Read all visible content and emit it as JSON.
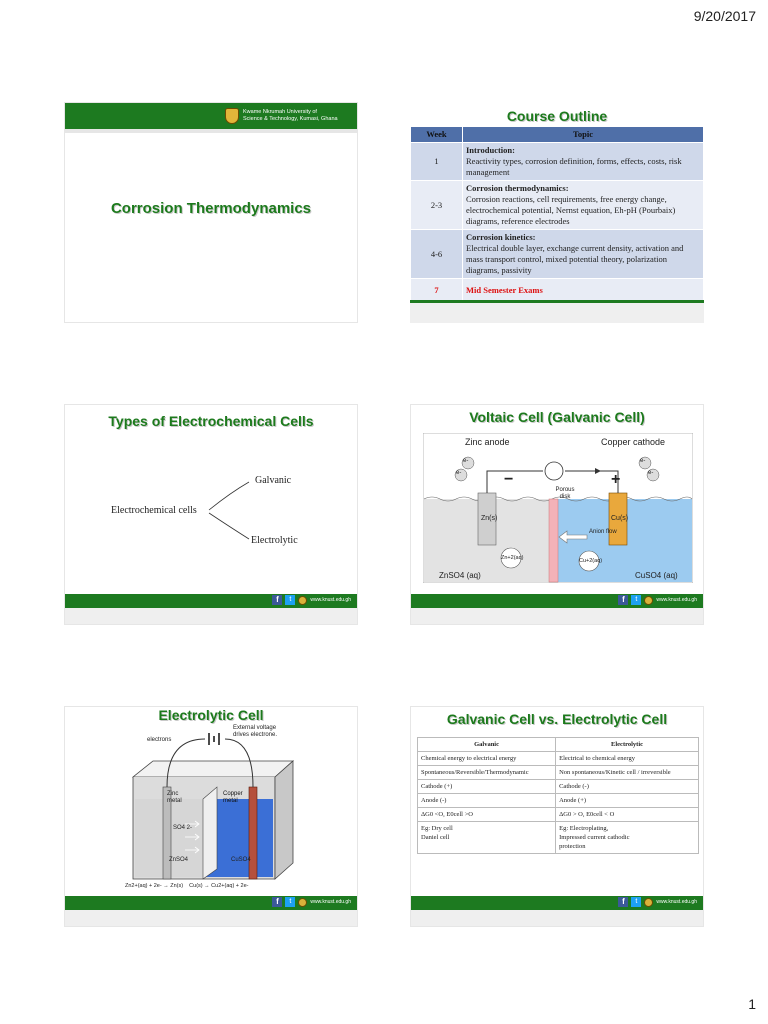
{
  "header": {
    "date": "9/20/2017"
  },
  "page_number": "1",
  "footer": {
    "fb": "f",
    "tw": "t",
    "url": "www.knust.edu.gh"
  },
  "slide1": {
    "university_line1": "Kwame Nkrumah University of",
    "university_line2": "Science & Technology, Kumasi, Ghana",
    "title": "Corrosion Thermodynamics"
  },
  "slide2": {
    "title": "Course Outline",
    "headers": [
      "Week",
      "Topic"
    ],
    "rows": [
      {
        "week": "1",
        "topic_title": "Introduction:",
        "topic_body": "Reactivity types, corrosion definition, forms, effects, costs, risk management"
      },
      {
        "week": "2-3",
        "topic_title": "Corrosion thermodynamics:",
        "topic_body": "Corrosion reactions, cell requirements, free energy change, electrochemical potential, Nernst equation, Eh-pH (Pourbaix) diagrams, reference electrodes"
      },
      {
        "week": "4-6",
        "topic_title": "Corrosion kinetics:",
        "topic_body": "Electrical double layer, exchange current density, activation and mass transport control, mixed potential theory, polarization diagrams, passivity"
      },
      {
        "week": "7",
        "topic_title": "Mid Semester Exams",
        "topic_body": ""
      }
    ]
  },
  "slide3": {
    "title": "Types of Electrochemical Cells",
    "root": "Electrochemical cells",
    "branch_top": "Galvanic",
    "branch_bottom": "Electrolytic"
  },
  "slide4": {
    "title": "Voltaic Cell (Galvanic Cell)",
    "zinc_anode": "Zinc anode",
    "copper_cathode": "Copper cathode",
    "electron": "e-",
    "minus": "−",
    "plus": "+",
    "porous_disk": "Porous disk",
    "zn_s": "Zn(s)",
    "cu_s": "Cu(s)",
    "anion_flow": "Anion flow",
    "zn_aq": "Zn+2(aq)",
    "cu_aq": "Cu+2(aq)",
    "znso4": "ZnSO4 (aq)",
    "cuso4": "CuSO4 (aq)",
    "colors": {
      "zn_solution": "#e3e3e3",
      "cu_solution": "#9ccbf0",
      "copper": "#e9a83c",
      "disk": "#f3b2b8"
    }
  },
  "slide5": {
    "title": "Electrolytic Cell",
    "electrons": "electrons",
    "external": "External voltage drives electrone.",
    "zinc_metal": "Zinc metal",
    "copper_metal": "Copper metal",
    "so4": "SO4 2-",
    "znso4": "ZnSO4",
    "cuso4": "CuSO4",
    "equation": "Zn2+(aq) + 2e- → Zn(s)    Cu(s) → Cu2+(aq) + 2e-"
  },
  "slide6": {
    "title": "Galvanic Cell vs. Electrolytic Cell",
    "headers": [
      "Galvanic",
      "Electrolytic"
    ],
    "rows": [
      [
        "Chemical energy to electrical energy",
        "Electrical to chemical energy"
      ],
      [
        "Spontaneous/Reversible/Thermodynamic",
        "Non spontaneous/Kinetic cell / irreversible"
      ],
      [
        "Cathode (+)",
        "Cathode (-)"
      ],
      [
        "Anode (-)",
        "Anode (+)"
      ],
      [
        "ΔG0 <O, E0cell >O",
        "ΔG0 > O, E0cell < O"
      ],
      [
        "Eg: Dry cell\n        Daniel cell",
        "Eg: Electroplating,\n      Impressed current cathodic\n      protection"
      ]
    ]
  }
}
